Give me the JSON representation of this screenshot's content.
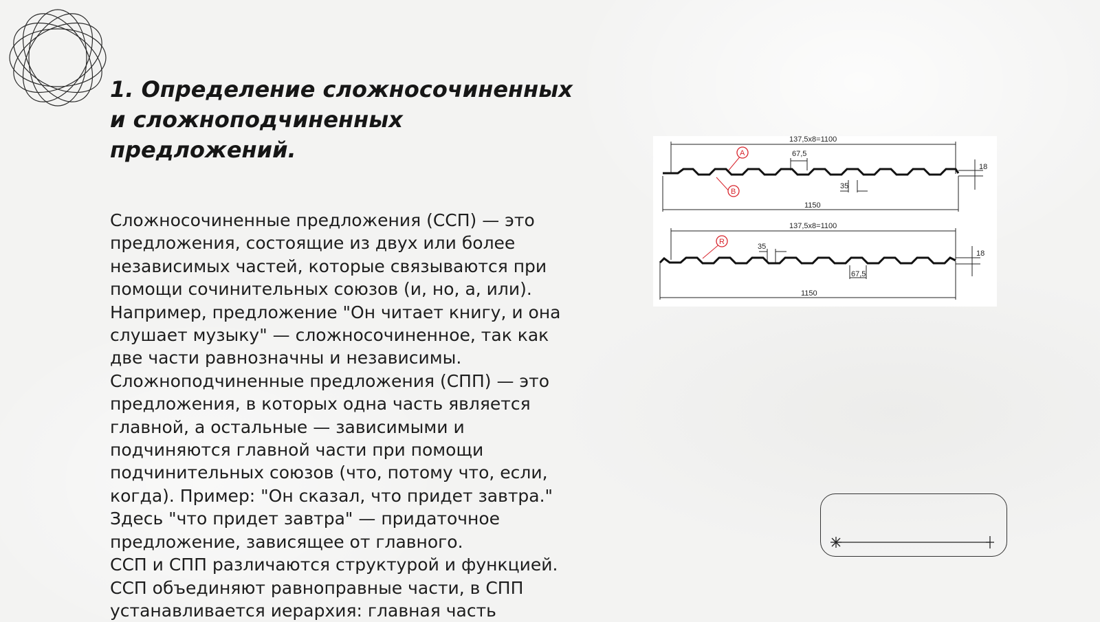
{
  "slide": {
    "title": "1. Определение сложносочиненных и сложноподчиненных предложений.",
    "body": "Сложносочиненные предложения (ССП) — это предложения, состоящие из двух или более независимых частей, которые связываются при помощи сочинительных союзов (и, но, а, или). Например, предложение \"Он читает книгу, и она слушает музыку\" — сложносочиненное, так как две части равнозначны и независимы.\nСложноподчиненные предложения (СПП) — это предложения, в которых одна часть является главной, а остальные — зависимыми и подчиняются главной части при помощи подчинительных союзов (что, потому что, если, когда). Пример: \"Он сказал, что придет завтра.\" Здесь \"что придет завтра\" — придаточное предложение, зависящее от главного.\nССП и СПП различаются структурой и функцией. ССП объединяют равноправные части, в СПП устанавливается иерархия: главная часть"
  },
  "figure": {
    "top": {
      "span_label": "137,5x8=1100",
      "pitch_label": "67,5",
      "width_label": "35",
      "total_label": "1150",
      "height_label": "18",
      "marker_a": "A",
      "marker_b": "B"
    },
    "bottom": {
      "span_label": "137,5x8=1100",
      "pitch_label": "67,5",
      "width_label": "35",
      "total_label": "1150",
      "height_label": "18",
      "marker_r": "R"
    },
    "accent_color": "#d8242c"
  }
}
